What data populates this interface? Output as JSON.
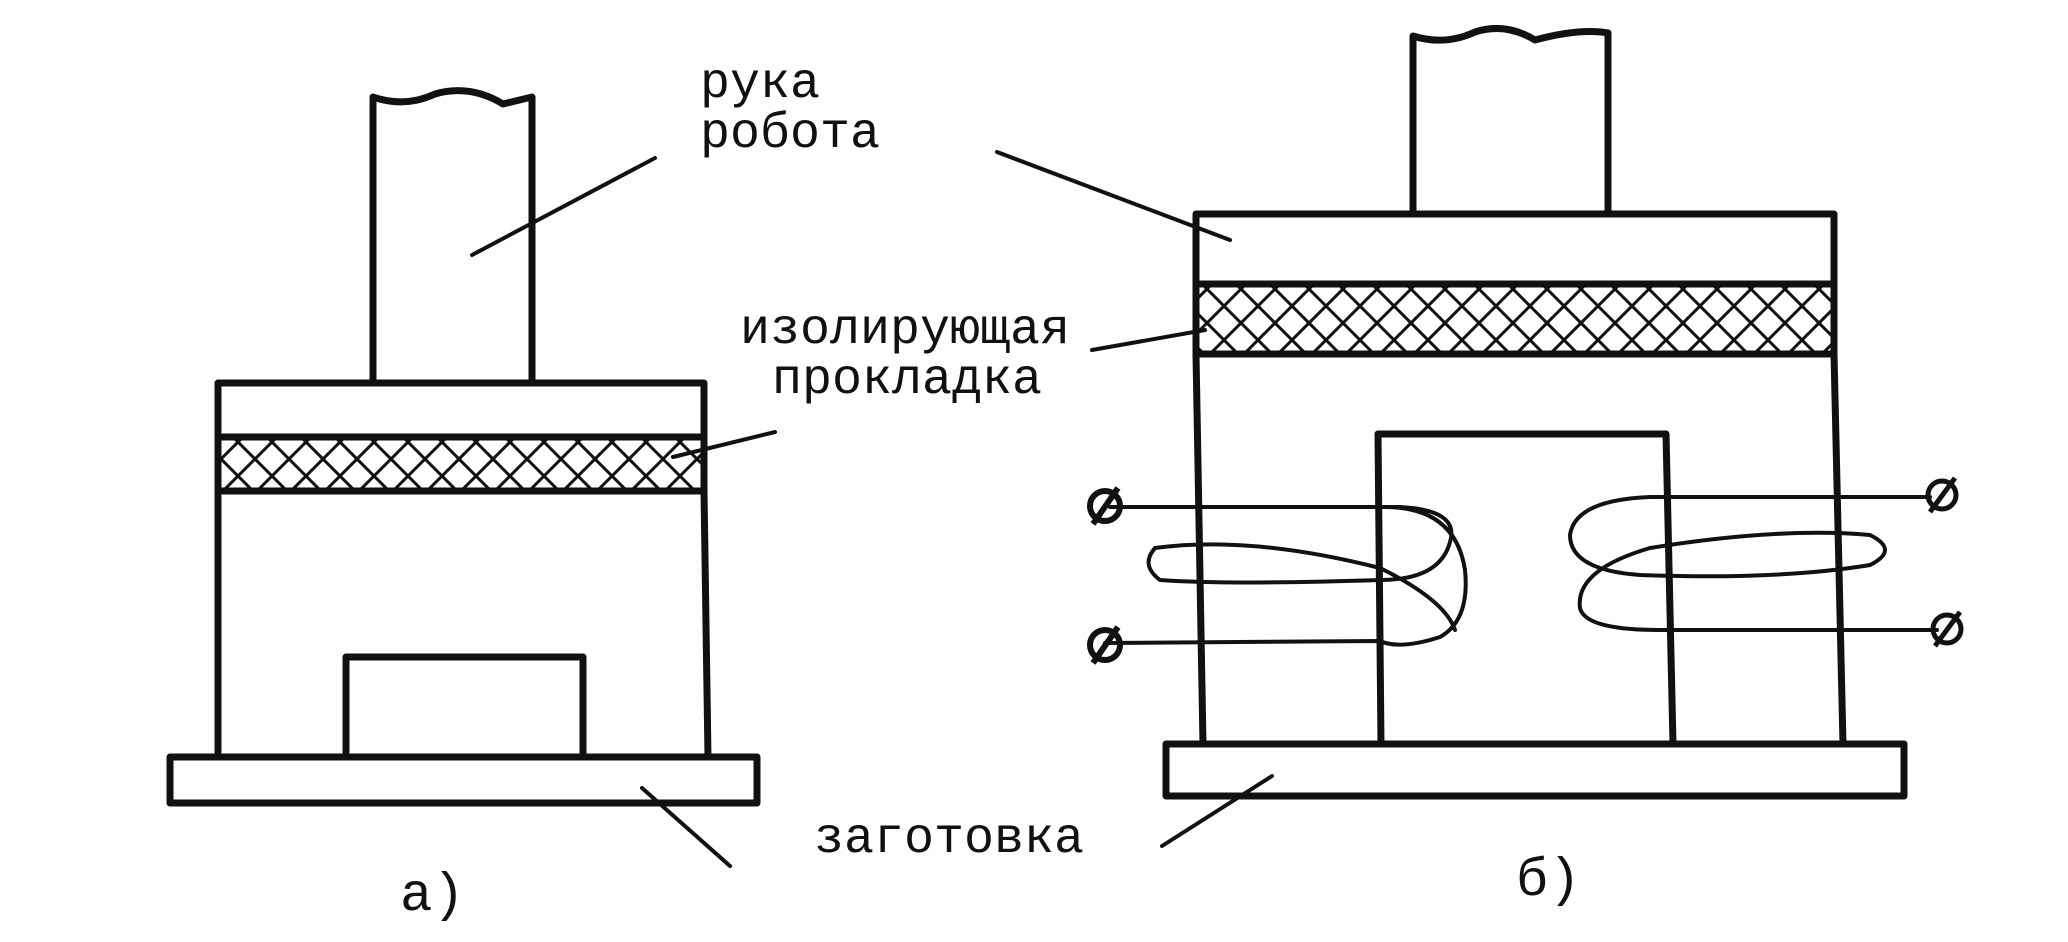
{
  "diagram": {
    "labels": {
      "robot_arm_line1": "рука",
      "robot_arm_line2": "робота",
      "insulating_line1": "изолирующая",
      "insulating_line2": "прокладка",
      "workpiece": "заготовка",
      "caption_a": "а)",
      "caption_b": "б)"
    },
    "colors": {
      "ink": "#111111",
      "paper": "#ffffff"
    }
  }
}
